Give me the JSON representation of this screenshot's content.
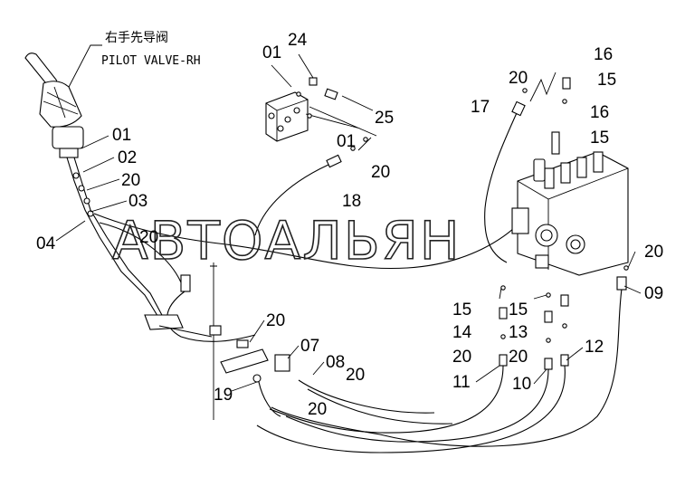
{
  "caption": {
    "chinese": "右手先导阀",
    "english": "PILOT VALVE-RH"
  },
  "watermark": "АВТОАЛЬЯН",
  "labels": {
    "c01a": "01",
    "c02": "02",
    "c20a": "20",
    "c03": "03",
    "c04": "04",
    "c20b": "20",
    "b01": "01",
    "b24": "24",
    "b25": "25",
    "b01b": "01",
    "b20": "20",
    "b18": "18",
    "v20": "20",
    "v17": "17",
    "v16a": "16",
    "v15a": "15",
    "v16b": "16",
    "v15b": "15",
    "r20": "20",
    "r09": "09",
    "m15a": "15",
    "m15b": "15",
    "m14": "14",
    "m13": "13",
    "m20a": "20",
    "m20b": "20",
    "m12": "12",
    "m11": "11",
    "m10": "10",
    "p20": "20",
    "p07": "07",
    "p08": "08",
    "p20b": "20",
    "p19": "19",
    "p20c": "20"
  }
}
